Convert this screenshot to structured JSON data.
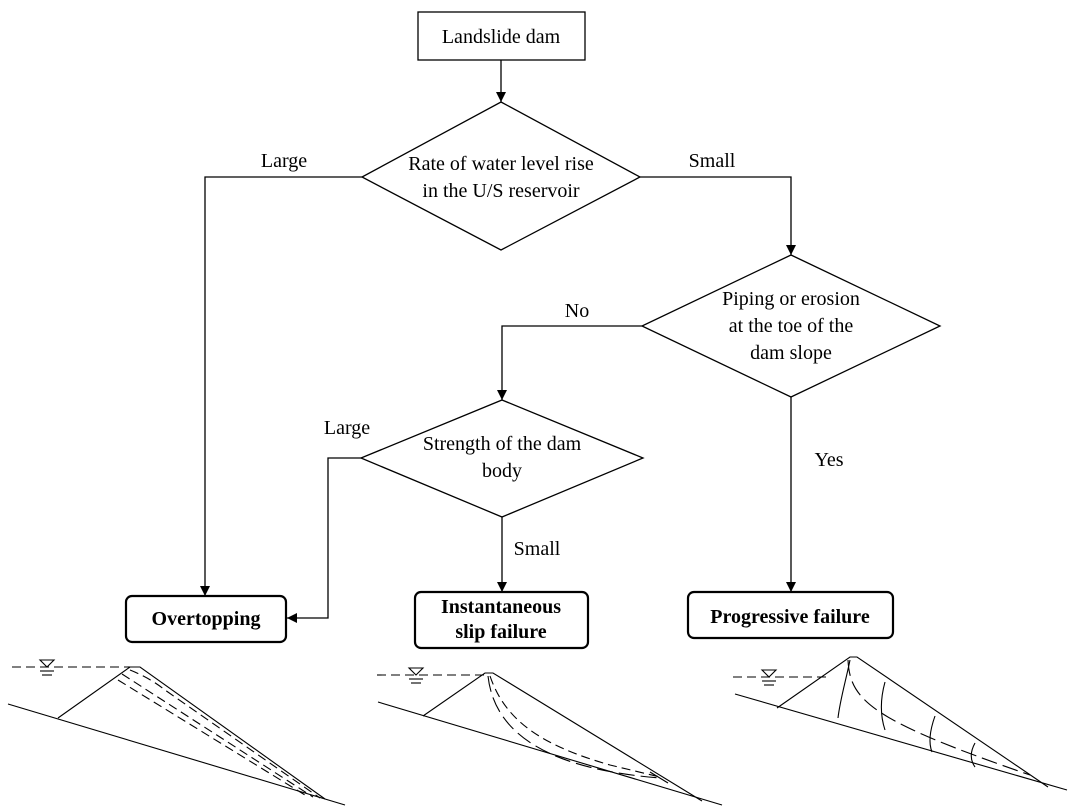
{
  "nodes": {
    "start": "Landslide dam",
    "decision_rate": [
      "Rate of water level rise",
      "in the U/S reservoir"
    ],
    "decision_piping": [
      "Piping or erosion",
      "at the toe of the",
      "dam slope"
    ],
    "decision_strength": [
      "Strength of the dam",
      "body"
    ],
    "outcome_overtopping": "Overtopping",
    "outcome_slip": [
      "Instantaneous",
      "slip failure"
    ],
    "outcome_progressive": "Progressive failure"
  },
  "edges": {
    "rate_large": "Large",
    "rate_small": "Small",
    "piping_no": "No",
    "piping_yes": "Yes",
    "strength_large": "Large",
    "strength_small": "Small"
  }
}
